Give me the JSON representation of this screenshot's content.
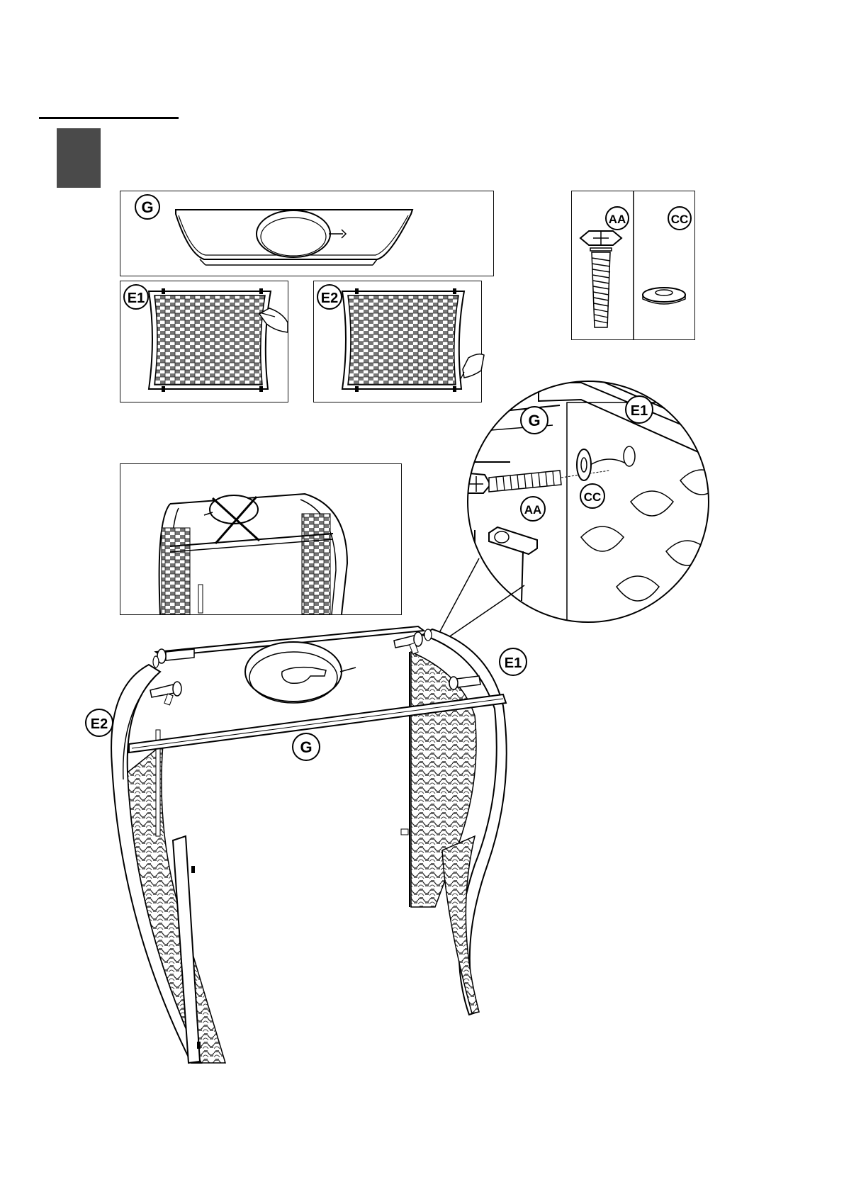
{
  "step_marker": {
    "rule": true,
    "box_color": "#4a4a4a"
  },
  "panels": {
    "part_g": {
      "label": "G"
    },
    "part_e1": {
      "label": "E1"
    },
    "part_e2": {
      "label": "E2"
    },
    "hardware": {
      "aa_label": "AA",
      "cc_label": "CC"
    },
    "wrong_assembly": {
      "mark": "cross"
    }
  },
  "detail": {
    "g_label": "G",
    "e1_label": "E1",
    "aa_label": "AA",
    "cc_label": "CC"
  },
  "main_assembly": {
    "g_label": "G",
    "e1_label": "E1",
    "e2_label": "E2"
  }
}
